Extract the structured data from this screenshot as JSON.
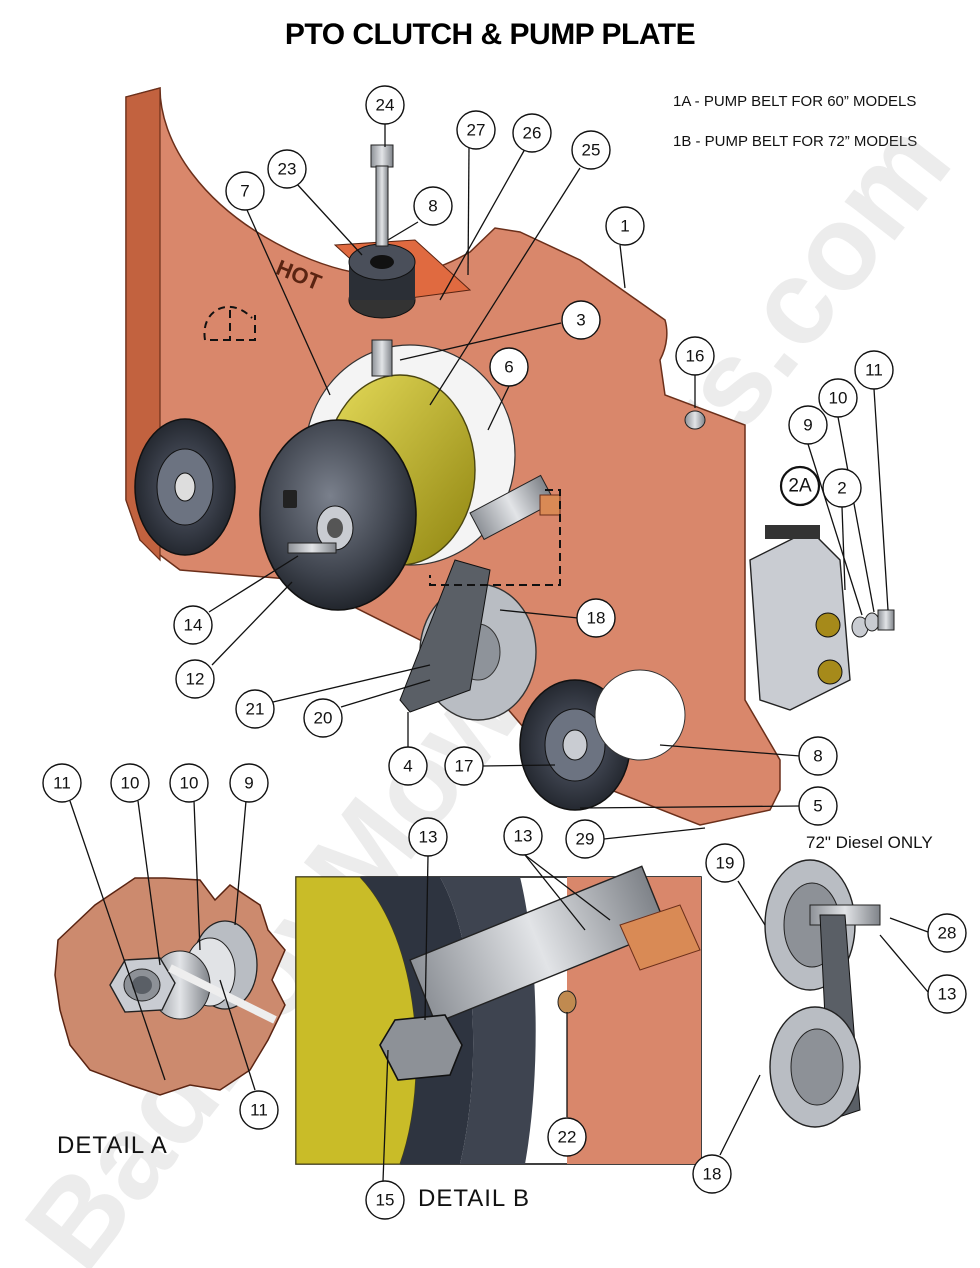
{
  "title": "PTO CLUTCH & PUMP PLATE",
  "notes": [
    "1A - PUMP BELT FOR 60” MODELS",
    "1B - PUMP BELT FOR 72” MODELS"
  ],
  "detail_a_label": "DETAIL  A",
  "detail_b_label": "DETAIL  B",
  "diesel_note": "72\" Diesel ONLY",
  "plate_marking": "HOT",
  "watermark": "BadBoyMowerParts.com",
  "colors": {
    "plate": "#d9876b",
    "plate_dark": "#c2623f",
    "clutch": "#4a4f5a",
    "clutch_coil": "#c8b820",
    "pulley": "#2e3440",
    "steel": "#b9bdc3"
  },
  "callouts": {
    "c24": "24",
    "c27": "27",
    "c26": "26",
    "c25": "25",
    "c23": "23",
    "c8a": "8",
    "c7": "7",
    "c1": "1",
    "c3": "3",
    "c6": "6",
    "c16": "16",
    "c11a": "11",
    "c10a": "10",
    "c9a": "9",
    "c2A": "2A",
    "c2": "2",
    "c18a": "18",
    "c14": "14",
    "c12": "12",
    "c21": "21",
    "c20": "20",
    "c4": "4",
    "c17": "17",
    "c8b": "8",
    "c5": "5",
    "c29": "29",
    "c11b": "11",
    "c10b": "10",
    "c10c": "10",
    "c9b": "9",
    "c11c": "11",
    "c13a": "13",
    "c13b": "13",
    "c22": "22",
    "c15": "15",
    "c19": "19",
    "c28": "28",
    "c13c": "13",
    "c18b": "18"
  }
}
